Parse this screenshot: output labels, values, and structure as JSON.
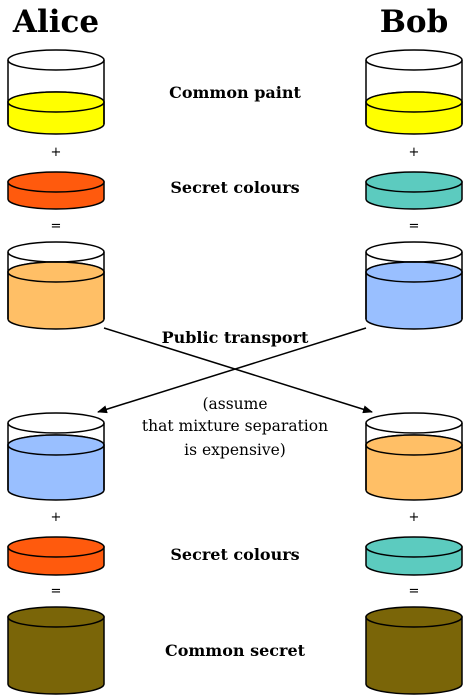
{
  "titles": {
    "left": "Alice",
    "right": "Bob"
  },
  "labels": {
    "common_paint": "Common paint",
    "secret_colours_top": "Secret colours",
    "public_transport": "Public transport",
    "note_line1": "(assume",
    "note_line2": "that mixture separation",
    "note_line3": "is expensive)",
    "secret_colours_bottom": "Secret colours",
    "common_secret": "Common secret"
  },
  "operators": {
    "left_plus_1": "+",
    "left_eq_1": "=",
    "left_plus_2": "+",
    "left_eq_2": "=",
    "right_plus_1": "+",
    "right_eq_1": "=",
    "right_plus_2": "+",
    "right_eq_2": "="
  },
  "colors": {
    "common_paint": "#ffff00",
    "alice_secret": "#ff5a0d",
    "bob_secret": "#5ccbbf",
    "alice_mixture": "#ffbf66",
    "bob_mixture": "#99bfff",
    "common_secret": "#7a6508",
    "outline": "#000000",
    "empty": "#ffffff"
  }
}
